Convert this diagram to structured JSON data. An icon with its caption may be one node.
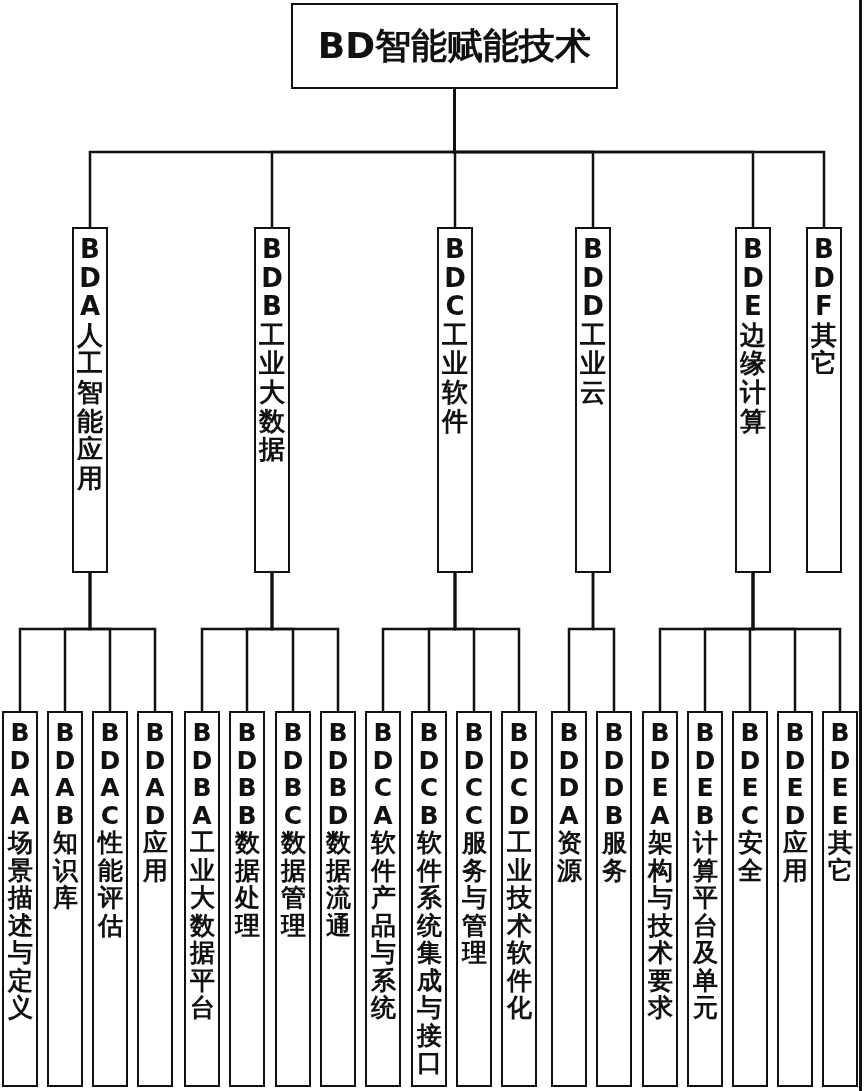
{
  "diagram": {
    "nodes": [
      {
        "text": [
          "BD智能赋能技术"
        ]
      },
      {
        "text": [
          "BDA人工智能应用"
        ]
      },
      {
        "text": [
          "BDB工业大数据"
        ]
      },
      {
        "text": [
          "BDC工业软件"
        ]
      },
      {
        "text": [
          "BDD工业云"
        ]
      },
      {
        "text": [
          "BDE边缘计算"
        ]
      },
      {
        "text": [
          "BDF其它"
        ]
      },
      {
        "text": [
          "BDAA场景描述与定义"
        ]
      },
      {
        "text": [
          "BDAB知识库"
        ]
      },
      {
        "text": [
          "BDAC性能评估"
        ]
      },
      {
        "text": [
          "BDAD应用"
        ]
      },
      {
        "text": [
          "BDBA工业大数据平台"
        ]
      },
      {
        "text": [
          "BDBB数据处理"
        ]
      },
      {
        "text": [
          "BDBC数据管理"
        ]
      },
      {
        "text": [
          "BDBD数据流通"
        ]
      },
      {
        "text": [
          "BDCA软件产品与系统"
        ]
      },
      {
        "text": [
          "BDCB软件系统集成与接口"
        ]
      },
      {
        "text": [
          "BDCC服务与管理"
        ]
      },
      {
        "text": [
          "BDCD工业技术软件化"
        ]
      },
      {
        "text": [
          "BDDA资源"
        ]
      },
      {
        "text": [
          "BDDB服务"
        ]
      },
      {
        "text": [
          "BDEA架构与技术要求"
        ]
      },
      {
        "text": [
          "BDEB计算平台及单元"
        ]
      },
      {
        "text": [
          "BDEC安全"
        ]
      },
      {
        "text": [
          "BDED应用"
        ]
      },
      {
        "text": [
          "BDEE其它"
        ]
      }
    ],
    "edges": [
      {
        "from": 0,
        "to": 1,
        "arrow": "none"
      },
      {
        "from": 0,
        "to": 2,
        "arrow": "none"
      },
      {
        "from": 0,
        "to": 3,
        "arrow": "none"
      },
      {
        "from": 0,
        "to": 4,
        "arrow": "none"
      },
      {
        "from": 0,
        "to": 5,
        "arrow": "none"
      },
      {
        "from": 0,
        "to": 6,
        "arrow": "none"
      },
      {
        "from": 1,
        "to": 7,
        "arrow": "none"
      },
      {
        "from": 1,
        "to": 8,
        "arrow": "none"
      },
      {
        "from": 1,
        "to": 9,
        "arrow": "none"
      },
      {
        "from": 1,
        "to": 10,
        "arrow": "none"
      },
      {
        "from": 2,
        "to": 11,
        "arrow": "none"
      },
      {
        "from": 2,
        "to": 12,
        "arrow": "none"
      },
      {
        "from": 2,
        "to": 13,
        "arrow": "none"
      },
      {
        "from": 2,
        "to": 14,
        "arrow": "none"
      },
      {
        "from": 3,
        "to": 15,
        "arrow": "none"
      },
      {
        "from": 3,
        "to": 16,
        "arrow": "none"
      },
      {
        "from": 3,
        "to": 17,
        "arrow": "none"
      },
      {
        "from": 3,
        "to": 18,
        "arrow": "none"
      },
      {
        "from": 4,
        "to": 19,
        "arrow": "none"
      },
      {
        "from": 4,
        "to": 20,
        "arrow": "none"
      },
      {
        "from": 5,
        "to": 21,
        "arrow": "none"
      },
      {
        "from": 5,
        "to": 22,
        "arrow": "none"
      },
      {
        "from": 5,
        "to": 23,
        "arrow": "none"
      },
      {
        "from": 5,
        "to": 24,
        "arrow": "none"
      },
      {
        "from": 5,
        "to": 25,
        "arrow": "none"
      }
    ]
  }
}
